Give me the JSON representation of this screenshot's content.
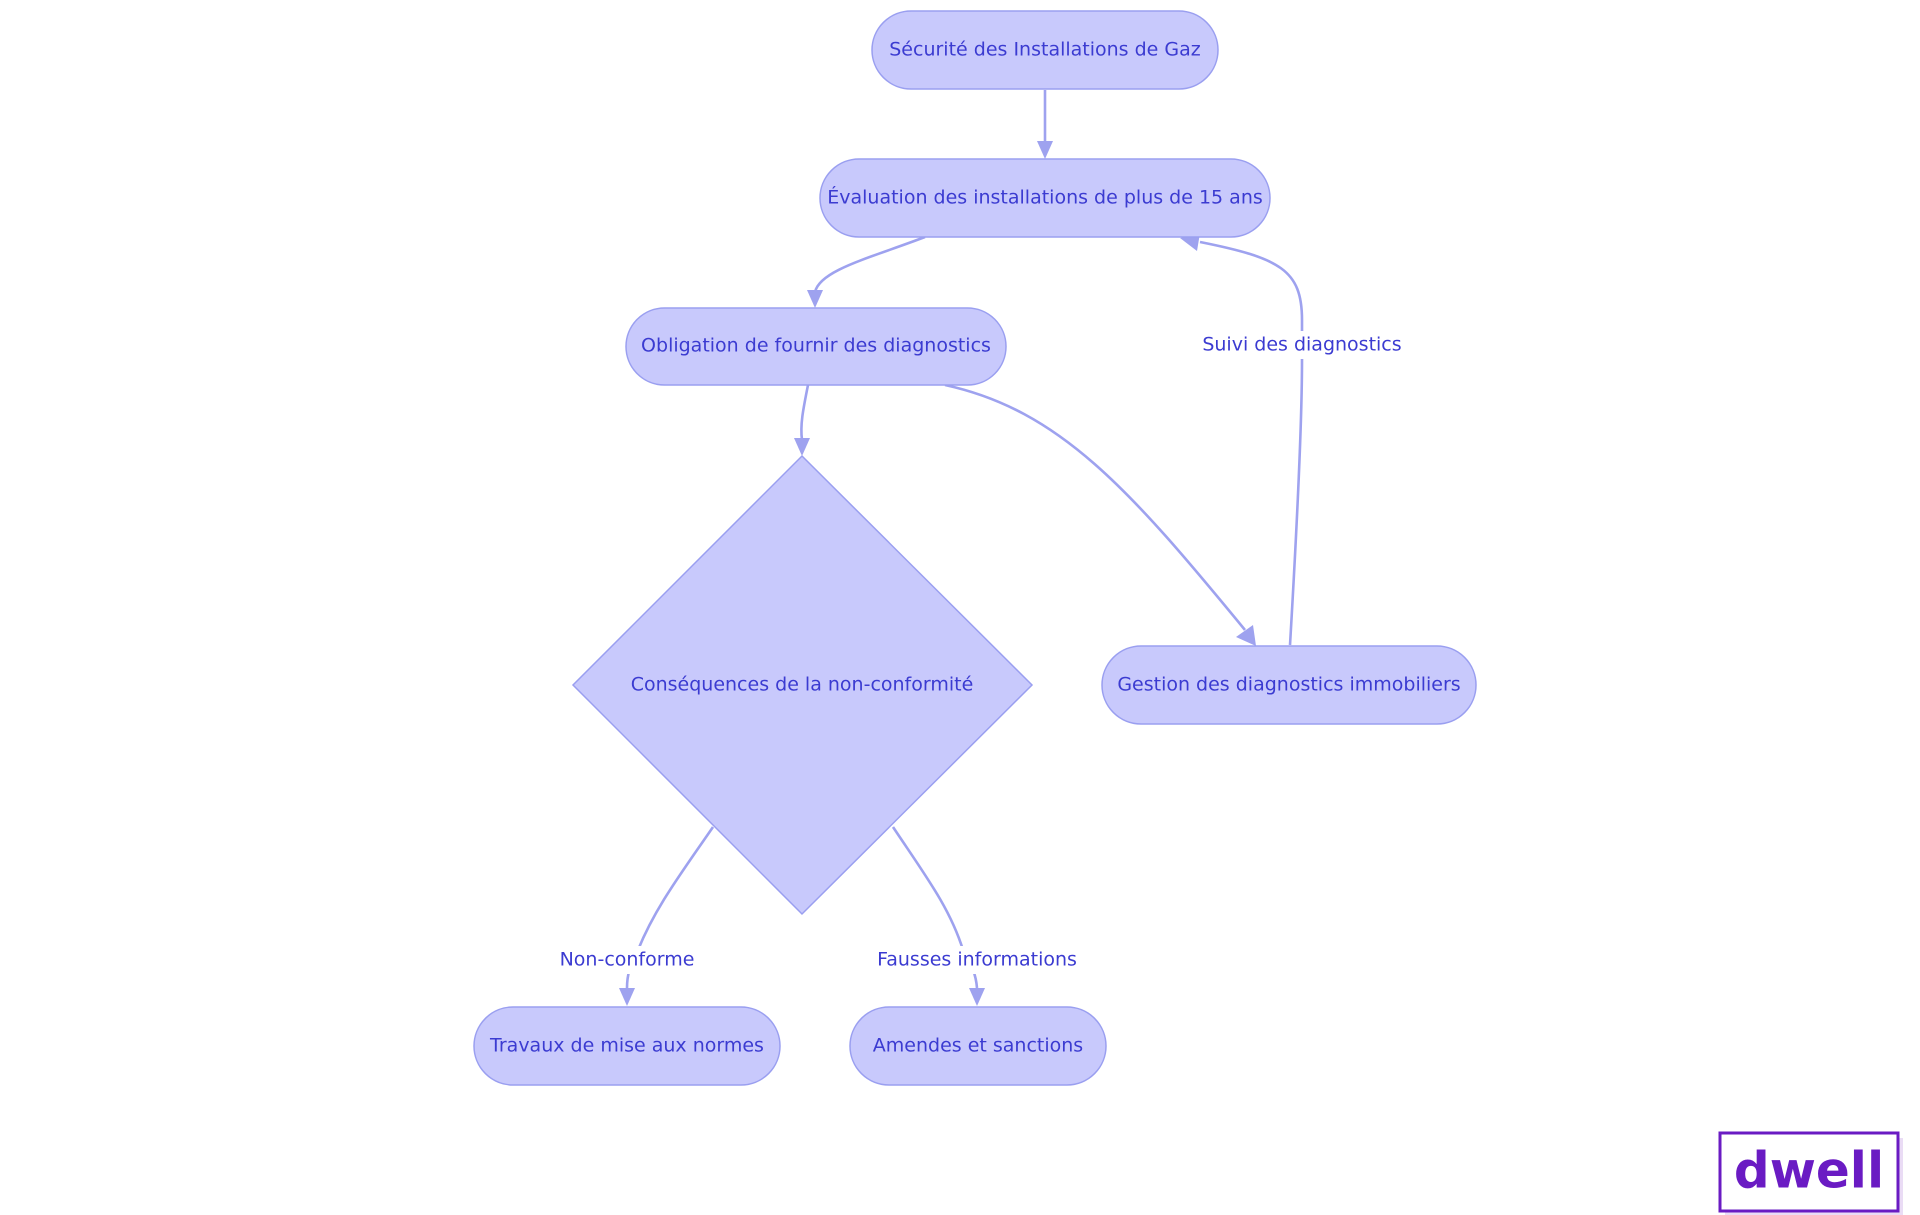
{
  "diagram": {
    "nodes": {
      "securite": {
        "label": "Sécurité des Installations de Gaz"
      },
      "evaluation": {
        "label": "Évaluation des installations de plus de 15 ans"
      },
      "obligation": {
        "label": "Obligation de fournir des diagnostics"
      },
      "consequences": {
        "label": "Conséquences de la non-conformité"
      },
      "gestion": {
        "label": "Gestion des diagnostics immobiliers"
      },
      "travaux": {
        "label": "Travaux de mise aux normes"
      },
      "amendes": {
        "label": "Amendes et sanctions"
      }
    },
    "edges": {
      "suivi": {
        "label": "Suivi des diagnostics"
      },
      "non_conforme": {
        "label": "Non-conforme"
      },
      "fausses": {
        "label": "Fausses informations"
      }
    }
  },
  "logo": {
    "text": "dwell"
  },
  "colors": {
    "node_fill": "#c8c9fc",
    "node_stroke": "#9a9ff0",
    "edge": "#9ea2ef",
    "text": "#3b3bd1",
    "logo": "#6a1bc3"
  }
}
